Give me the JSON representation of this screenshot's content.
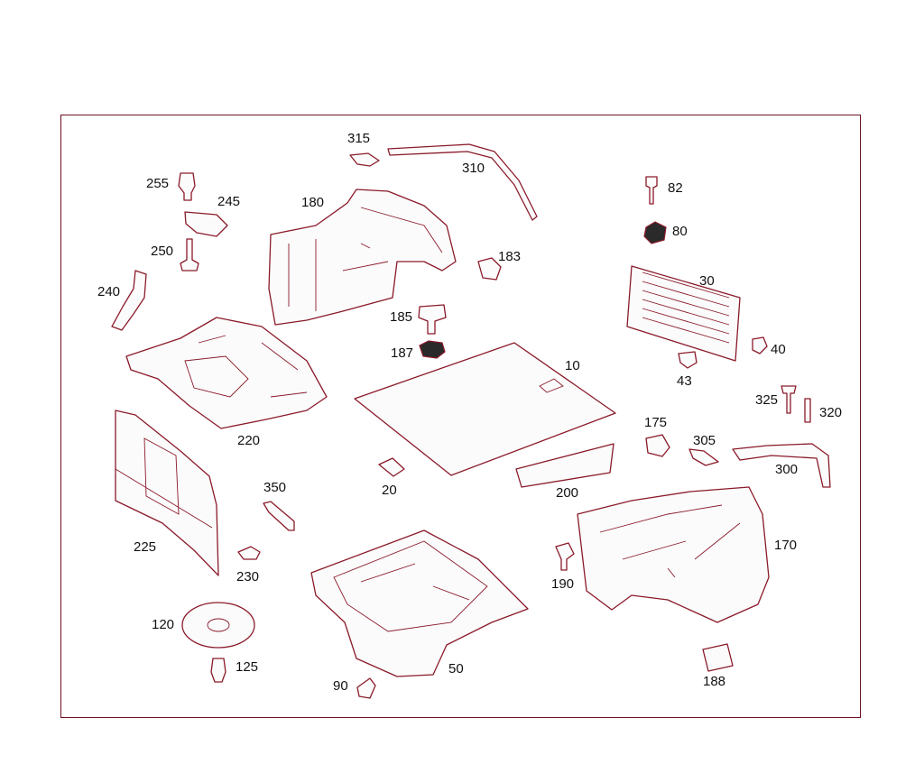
{
  "colors": {
    "frame": "#6b1020",
    "line": "#8a1a2a",
    "text": "#111111"
  },
  "callouts": {
    "p10": "10",
    "p20": "20",
    "p30": "30",
    "p40": "40",
    "p43": "43",
    "p50": "50",
    "p80": "80",
    "p82": "82",
    "p90": "90",
    "p120": "120",
    "p125": "125",
    "p170": "170",
    "p175": "175",
    "p180": "180",
    "p183": "183",
    "p185": "185",
    "p187": "187",
    "p188": "188",
    "p190": "190",
    "p200": "200",
    "p220": "220",
    "p225": "225",
    "p230": "230",
    "p240": "240",
    "p245": "245",
    "p250": "250",
    "p255": "255",
    "p300": "300",
    "p305": "305",
    "p310": "310",
    "p315": "315",
    "p320": "320",
    "p325": "325",
    "p350": "350"
  }
}
